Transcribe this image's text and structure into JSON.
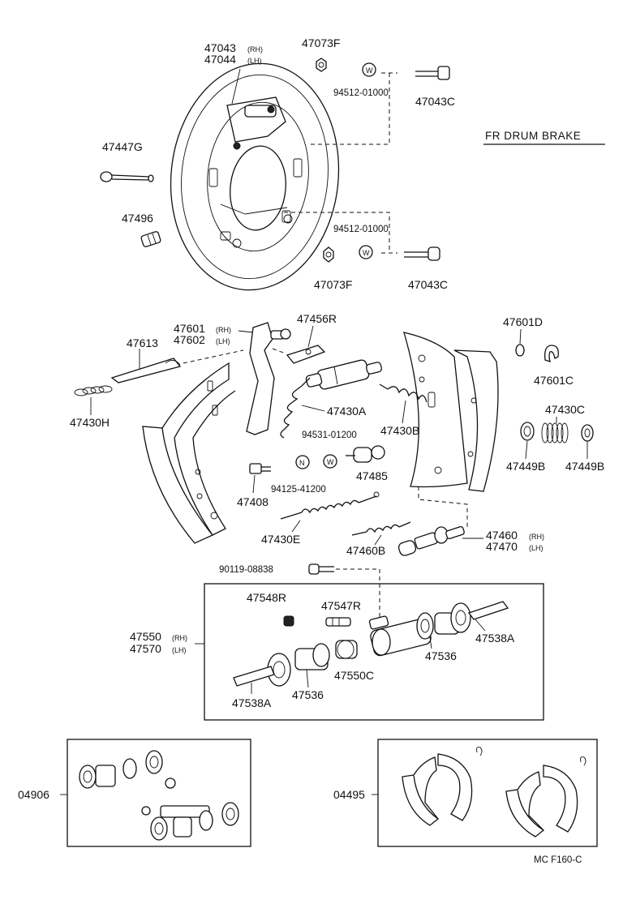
{
  "title": "FR DRUM BRAKE",
  "footer_code": "MC  F160-C",
  "parts": {
    "p47043": "47043",
    "p47044": "47044",
    "rh": "(RH)",
    "lh": "(LH)",
    "p47073F": "47073F",
    "p94512": "94512-01000",
    "p47043C": "47043C",
    "p47447G": "47447G",
    "p47496": "47496",
    "p47601": "47601",
    "p47602": "47602",
    "p47456R": "47456R",
    "p47601D": "47601D",
    "p47613": "47613",
    "p47601C": "47601C",
    "p47430A": "47430A",
    "p47430C": "47430C",
    "p47430H": "47430H",
    "p94531": "94531-01200",
    "p47430B": "47430B",
    "p47449B": "47449B",
    "p47485": "47485",
    "p47408": "47408",
    "p94125": "94125-41200",
    "p47430E": "47430E",
    "p47460": "47460",
    "p47470": "47470",
    "p47460B": "47460B",
    "p90119": "90119-08838",
    "p47548R": "47548R",
    "p47547R": "47547R",
    "p47550": "47550",
    "p47570": "47570",
    "p47538A": "47538A",
    "p47536": "47536",
    "p47550C": "47550C",
    "p04906": "04906",
    "p04495": "04495"
  },
  "washer_symbol": "W",
  "nut_symbol": "N"
}
